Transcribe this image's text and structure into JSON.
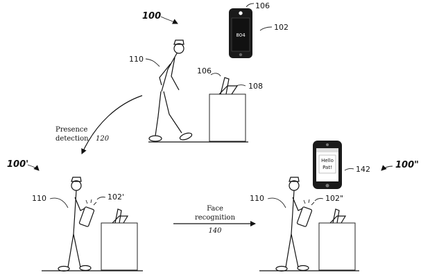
{
  "labels": {
    "fig_top": "100",
    "fig_left": "100'",
    "fig_right": "100\"",
    "phone_top": "102",
    "phone_top_camera": "106",
    "dock_camera": "106",
    "dock": "108",
    "person_top": "110",
    "person_left": "110",
    "person_right": "110",
    "phone_left": "102'",
    "phone_right": "102\"",
    "phone_screen_ref": "142"
  },
  "arrows": {
    "presence_line1": "Presence",
    "presence_line2": "detection",
    "presence_num": "120",
    "face_line1": "Face",
    "face_line2": "recognition",
    "face_num": "140"
  },
  "screens": {
    "top_text": "804",
    "right_line1": "Hello",
    "right_line2": "Pat!"
  },
  "colors": {
    "line": "#111111",
    "phone_body": "#1a1a1a",
    "screen": "#ffffff"
  }
}
